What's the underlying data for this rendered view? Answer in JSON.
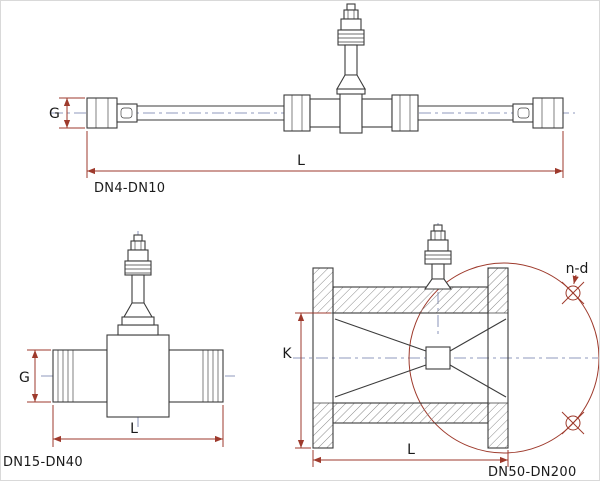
{
  "colors": {
    "outline": "#3b3b3b",
    "dimension": "#9e3a2c",
    "centerline": "#6b79a8",
    "background": "#ffffff"
  },
  "views": {
    "top": {
      "caption": "DN4-DN10",
      "dim_g": "G",
      "dim_l": "L"
    },
    "bottom_left": {
      "caption": "DN15-DN40",
      "dim_g": "G",
      "dim_l": "L"
    },
    "bottom_right": {
      "caption": "DN50-DN200",
      "dim_k": "K",
      "dim_l": "L",
      "dim_nd": "n-d"
    }
  }
}
